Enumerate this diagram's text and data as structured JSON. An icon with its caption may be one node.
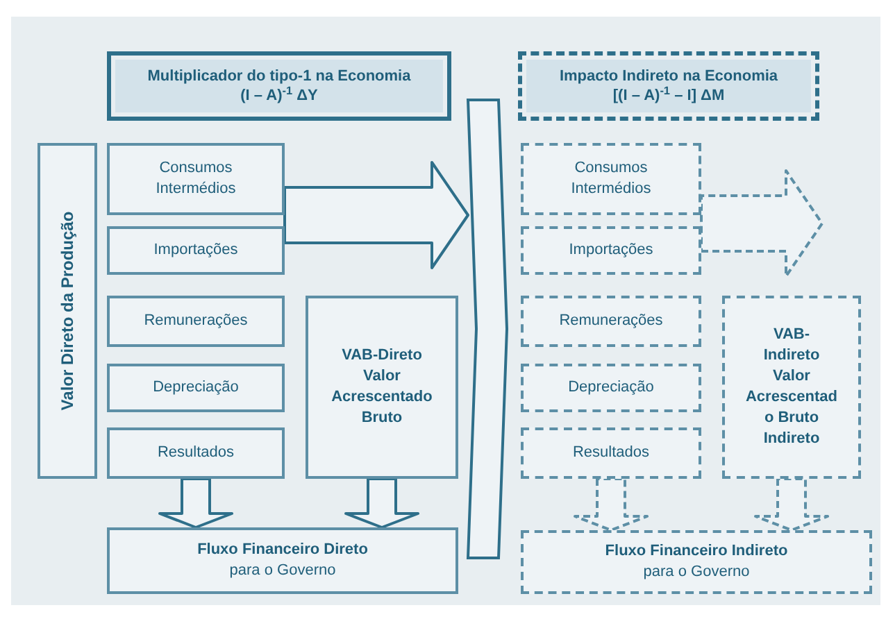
{
  "diagram": {
    "nodes": [
      {
        "text": [
          "Multiplicador do tipo-1 na Economia",
          "(I – A)$^{-1}$ ΔY"
        ]
      },
      {
        "text": [
          "Valor Direto da Produção"
        ]
      },
      {
        "text": [
          "Consumos Intermédios"
        ]
      },
      {
        "text": [
          "Importações"
        ]
      },
      {
        "text": [
          "Remunerações"
        ]
      },
      {
        "text": [
          "Depreciação"
        ]
      },
      {
        "text": [
          "Resultados"
        ]
      },
      {
        "text": [
          "VAB-Direto",
          "Valor Acrescentado Bruto"
        ]
      },
      {
        "text": [
          "Fluxo Financeiro Direto",
          "para o Governo"
        ]
      },
      {
        "text": [],
        "shape": "chevron"
      },
      {
        "text": [
          "Impacto Indireto na Economia",
          "[(I – A)$^{-1}$ – I] ΔM"
        ]
      },
      {
        "text": [
          "Consumos Intermédios"
        ]
      },
      {
        "text": [
          "Importações"
        ]
      },
      {
        "text": [
          "Remunerações"
        ]
      },
      {
        "text": [
          "Depreciação"
        ]
      },
      {
        "text": [
          "Resultados"
        ]
      },
      {
        "text": [
          "VAB-Indireto",
          "Valor Acrescentad o Bruto Indireto"
        ]
      },
      {
        "text": [
          "Fluxo Financeiro Indireto",
          "para o Governo"
        ]
      }
    ],
    "edges": [
      {
        "from": 2,
        "to": 9,
        "arrow": "to",
        "style": "thick"
      },
      {
        "from": 6,
        "to": 8,
        "arrow": "to",
        "style": "thick"
      },
      {
        "from": 7,
        "to": 8,
        "arrow": "to",
        "style": "thick"
      },
      {
        "from": 11,
        "to": null,
        "arrow": "to",
        "style": "dashed"
      },
      {
        "from": 15,
        "to": 17,
        "arrow": "to",
        "style": "dashed"
      },
      {
        "from": 16,
        "to": 17,
        "arrow": "to",
        "style": "dashed"
      }
    ]
  }
}
